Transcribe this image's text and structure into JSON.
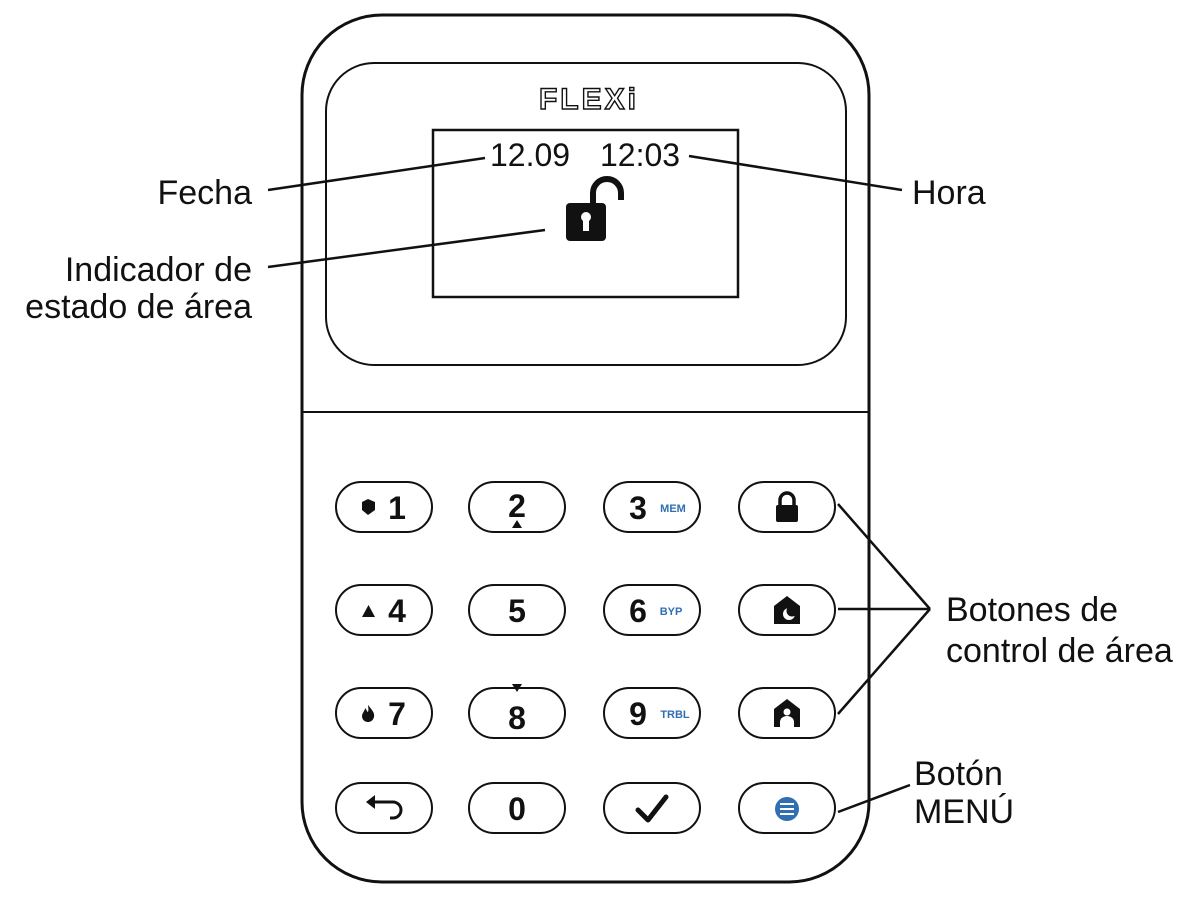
{
  "device": {
    "brand": "FLEXi"
  },
  "display": {
    "date": "12.09",
    "time": "12:03",
    "status_icon": "unlocked-padlock-icon"
  },
  "callouts": {
    "date": "Fecha",
    "time": "Hora",
    "area_status_line1": "Indicador de",
    "area_status_line2": "estado de área",
    "area_buttons_line1": "Botones de",
    "area_buttons_line2": "control de área",
    "menu_line1": "Botón",
    "menu_line2": "MENÚ"
  },
  "keypad": {
    "row1": {
      "key1": "1",
      "key2": "2",
      "key3": "3",
      "key3_sub": "MEM",
      "key1_icon": "police-badge-icon",
      "key2_icon": "arrow-up-icon",
      "area_icon": "lock-icon"
    },
    "row2": {
      "key4": "4",
      "key5": "5",
      "key6": "6",
      "key6_sub": "BYP",
      "key4_icon": "warning-icon",
      "area_icon": "home-night-icon"
    },
    "row3": {
      "key7": "7",
      "key8": "8",
      "key9": "9",
      "key9_sub": "TRBL",
      "key7_icon": "fire-icon",
      "key8_icon": "arrow-down-icon",
      "area_icon": "home-stay-icon"
    },
    "row4": {
      "back_icon": "back-arrow-icon",
      "key0": "0",
      "confirm_icon": "checkmark-icon",
      "menu_icon": "menu-icon"
    }
  },
  "colors": {
    "outline": "#111111",
    "accent_blue": "#2f6fb2",
    "background": "#ffffff"
  }
}
